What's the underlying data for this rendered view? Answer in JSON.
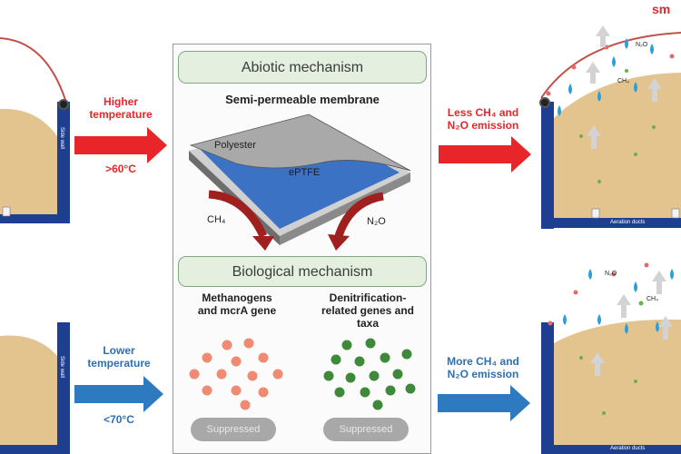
{
  "center": {
    "abiotic_title": "Abiotic mechanism",
    "membrane_title": "Semi-permeable membrane",
    "layer_top": "Polyester",
    "layer_mid": "ePTFE",
    "gas_left": "CH₄",
    "gas_right": "N₂O",
    "biological_title": "Biological mechanism",
    "left_group": "Methanogens\nand mcrA gene",
    "right_group": "Denitrification-\nrelated genes and\ntaxa",
    "suppressed_left": "Suppressed",
    "suppressed_right": "Suppressed"
  },
  "top_row": {
    "input_label": "Higher\ntemperature",
    "input_value": ">60°C",
    "output_label": "Less CH₄ and\nN₂O emission",
    "right_corner": "sm",
    "wall_label_left": "Side wall",
    "duct_label": "Aeration ducts",
    "particle_n2o": "N₂O",
    "particle_ch4": "CH₄"
  },
  "bottom_row": {
    "input_label": "Lower\ntemperature",
    "input_value": "<70°C",
    "output_label": "More CH₄ and\nN₂O emission",
    "wall_label_left": "Side wall",
    "duct_label": "Aeration ducts",
    "particle_n2o": "N₂O",
    "particle_ch4": "CH₄"
  },
  "colors": {
    "red_arrow": "#e8262a",
    "blue_arrow": "#2e7ac0",
    "wall_blue": "#1e3f8f",
    "compost": "#e3c48e",
    "methanogen_dot": "#f08a72",
    "denitrifier_dot": "#3f8a3a",
    "membrane_blue": "#3c72c4",
    "membrane_grey": "#a9a9a9",
    "flux_arrow": "#a01f1f"
  }
}
